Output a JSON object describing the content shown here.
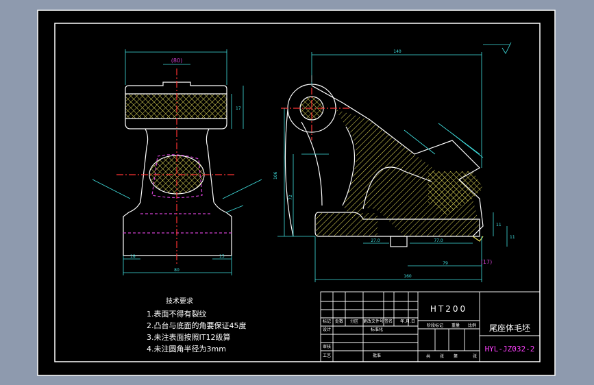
{
  "drawing": {
    "title": "尾座体毛坯",
    "material": "HT200",
    "code": "HYL-JZ032-2"
  },
  "tech_requirements": {
    "heading": "技术要求",
    "items": [
      "1.表面不得有裂纹",
      "2.凸台与底面的角要保证45度",
      "3.未注表面按照IT12级算",
      "4.未注圆角半径为3mm"
    ]
  },
  "title_block": {
    "row_labels": [
      "标记",
      "处数",
      "分区",
      "更改文件号",
      "签名",
      "年.月.日"
    ],
    "design": "设计",
    "standard": "标准化",
    "review": "审核",
    "process": "工艺",
    "approve": "批准",
    "stage_label": "阶段标记",
    "weight_label": "重量",
    "scale_label": "比例",
    "sheet_total": "共",
    "sheet_label": "张",
    "sheet_no": "第",
    "sheet_label2": "张"
  },
  "dimensions": {
    "front_top_width": "(80)",
    "front_right_height": "17",
    "front_bottom_left": "18",
    "front_bottom_right": "15",
    "front_base_width": "80",
    "side_total_width": "140",
    "side_base_width": "160",
    "side_inner_width": "79",
    "side_right_paren": "(17)",
    "side_right_heights": [
      "11",
      "11"
    ],
    "side_mid_a": "27.0",
    "side_mid_b": "77.0",
    "side_left_heights": [
      "106",
      "72"
    ]
  },
  "colors": {
    "background": "#000000",
    "frame": "#ffffff",
    "outline": "#ffffff",
    "hatch": "#e8e05a",
    "center": "#ff3333",
    "dim": "#40e0e0",
    "hidden": "#d040d0",
    "code": "#ff40ff"
  }
}
